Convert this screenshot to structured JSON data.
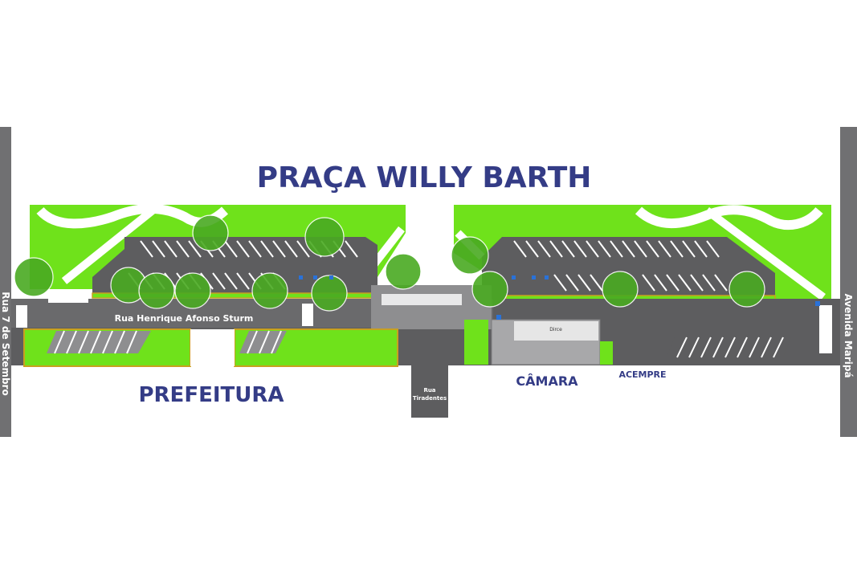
{
  "labels": {
    "praca": "PRAÇA WILLY BARTH",
    "prefeitura": "PREFEITURA",
    "camara": "CÂMARA",
    "acempre": "ACEMPRE",
    "rua_henrique": "Rua Henrique Afonso Sturm",
    "rua_7": "Rua 7 de Setembro",
    "avenida": "Avenida Maripá",
    "rua_tiradentes_1": "Rua",
    "rua_tiradentes_2": "Tiradentes",
    "dirce": "Dirce"
  },
  "colors": {
    "grass": "#6fe21b",
    "asphalt": "#5d5d5f",
    "asphalt_light": "#8e8e90",
    "road_side": "#707072",
    "curb": "#c8a020",
    "title": "#343c86",
    "stripe": "#ffffff",
    "tree": "#4aaa22"
  }
}
